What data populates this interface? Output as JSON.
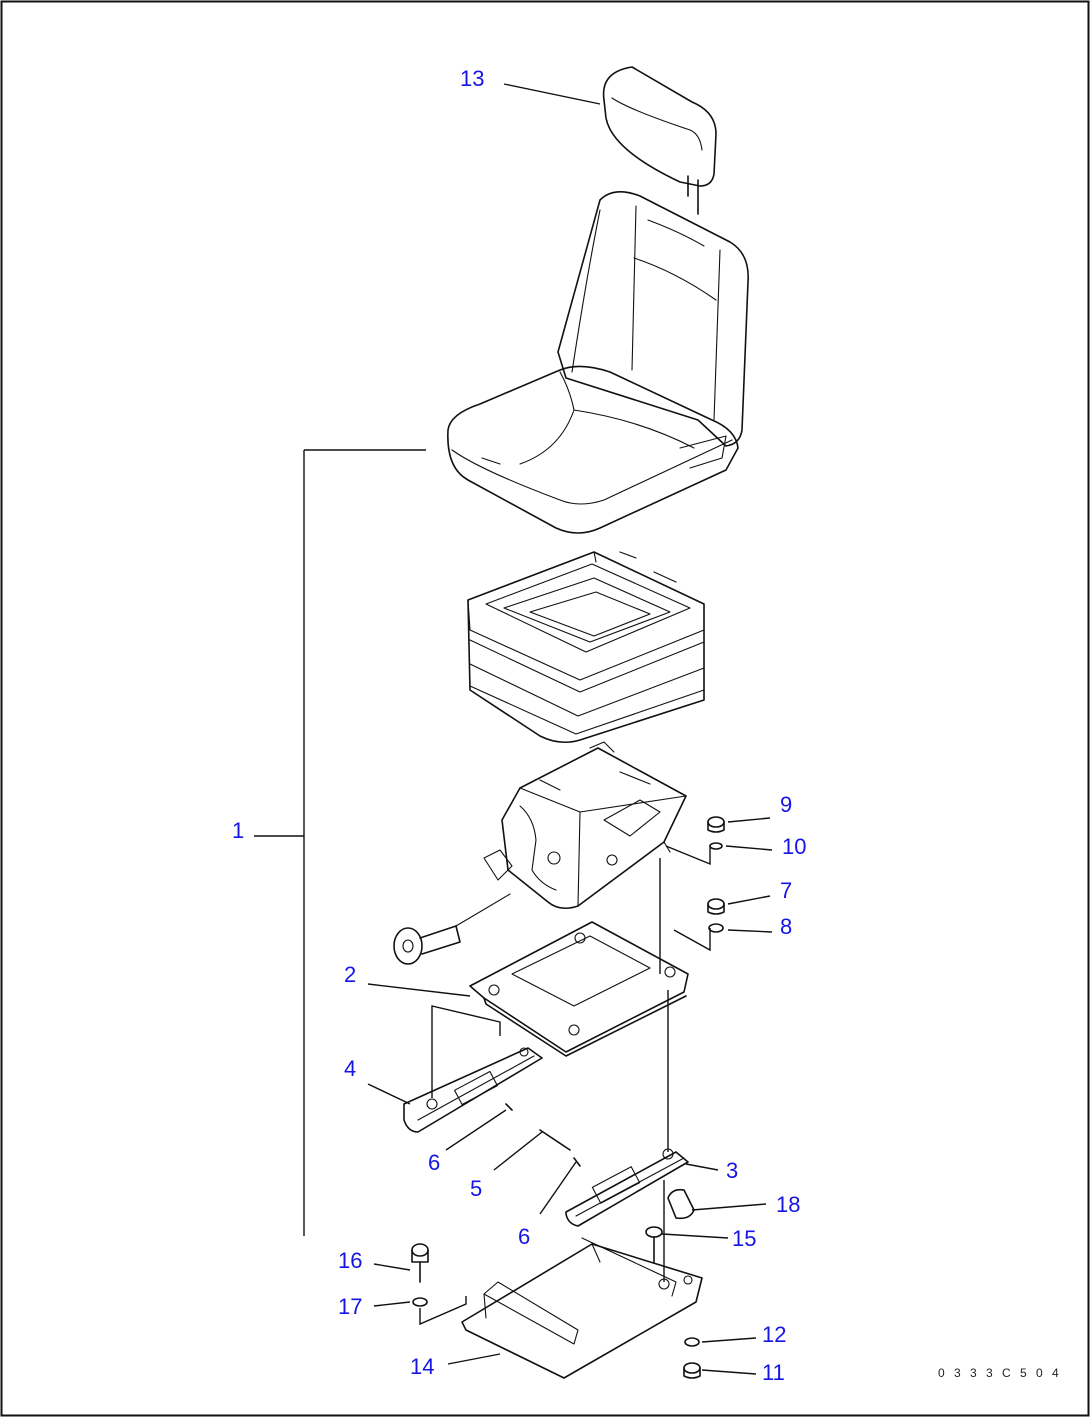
{
  "diagram": {
    "callouts": [
      {
        "id": "c13",
        "label": "13"
      },
      {
        "id": "c1",
        "label": "1"
      },
      {
        "id": "c9",
        "label": "9"
      },
      {
        "id": "c10",
        "label": "10"
      },
      {
        "id": "c7",
        "label": "7"
      },
      {
        "id": "c8",
        "label": "8"
      },
      {
        "id": "c2",
        "label": "2"
      },
      {
        "id": "c4",
        "label": "4"
      },
      {
        "id": "c6a",
        "label": "6"
      },
      {
        "id": "c5",
        "label": "5"
      },
      {
        "id": "c3",
        "label": "3"
      },
      {
        "id": "c18",
        "label": "18"
      },
      {
        "id": "c6b",
        "label": "6"
      },
      {
        "id": "c15",
        "label": "15"
      },
      {
        "id": "c16",
        "label": "16"
      },
      {
        "id": "c17",
        "label": "17"
      },
      {
        "id": "c12",
        "label": "12"
      },
      {
        "id": "c14",
        "label": "14"
      },
      {
        "id": "c11",
        "label": "11"
      }
    ],
    "reference_code": "0 3 3 3 C 5 0 4",
    "colors": {
      "callout": "#1515e6",
      "linework": "#111111"
    }
  }
}
